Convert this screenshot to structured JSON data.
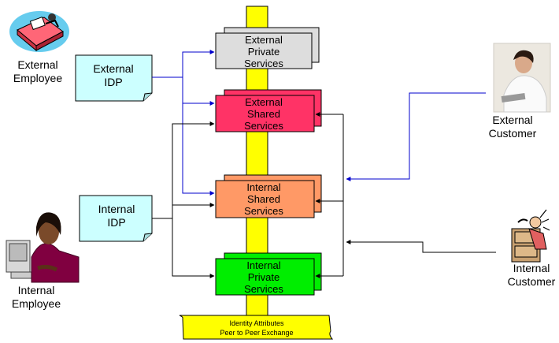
{
  "actors": {
    "external_employee": [
      "External",
      "Employee"
    ],
    "internal_employee": [
      "Internal",
      "Employee"
    ],
    "external_customer": [
      "External",
      "Customer"
    ],
    "internal_customer": [
      "Internal",
      "Customer"
    ]
  },
  "idps": {
    "external": [
      "External",
      "IDP"
    ],
    "internal": [
      "Internal",
      "IDP"
    ]
  },
  "services": {
    "external_private": [
      "External",
      "Private",
      "Services"
    ],
    "external_shared": [
      "External",
      "Shared",
      "Services"
    ],
    "internal_shared": [
      "Internal",
      "Shared",
      "Services"
    ],
    "internal_private": [
      "Internal",
      "Private",
      "Services"
    ]
  },
  "exchange_label": [
    "Identity Attributes",
    "Peer to Peer Exchange"
  ],
  "colors": {
    "bus": "#ffff00",
    "idp_fill": "#ccffff",
    "external_private": "#dddddd",
    "external_shared": "#ff3366",
    "internal_shared": "#ff9966",
    "internal_private": "#00ee00",
    "blue_link": "#0000cc",
    "black_link": "#000000"
  },
  "icons": {
    "external_employee": "person-at-desk-icon",
    "internal_employee": "woman-at-computer-icon",
    "external_customer": "woman-at-laptop-photo",
    "internal_customer": "person-with-phone-icon"
  }
}
